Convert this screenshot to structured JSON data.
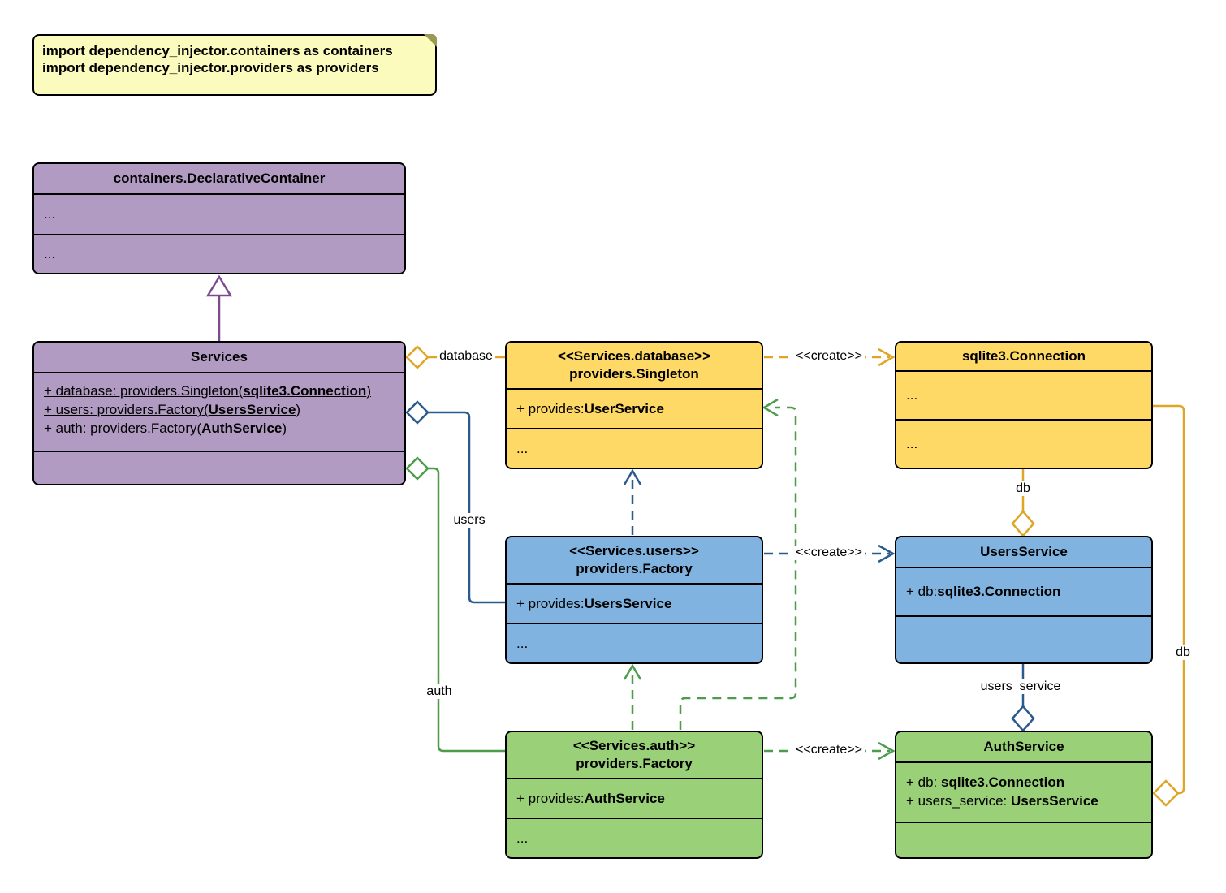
{
  "colors": {
    "purple-fill": "#B29BC2",
    "purple-line": "#7B4A8F",
    "yellow-fill": "#FFD966",
    "yellow-line": "#DFA524",
    "blue-fill": "#80B3DF",
    "blue-line": "#2B5A8C",
    "green-fill": "#9AD077",
    "green-line": "#4C9C4C",
    "note-fill": "#FBFBBE"
  },
  "note": {
    "line1": "import dependency_injector.containers as containers",
    "line2": "import dependency_injector.providers as providers"
  },
  "classes": {
    "declarative": {
      "title": "containers.DeclarativeContainer",
      "sec1": "...",
      "sec2": "..."
    },
    "services": {
      "title": "Services",
      "attrs": [
        {
          "pre": "+ database: providers.Singleton(",
          "bold": "sqlite3.Connection",
          "post": ")"
        },
        {
          "pre": "+ users: providers.Factory(",
          "bold": "UsersService",
          "post": ")"
        },
        {
          "pre": "+ auth: providers.Factory(",
          "bold": "AuthService",
          "post": ")"
        }
      ]
    },
    "singleton": {
      "stereotype": "<<Services.database>>",
      "title": "providers.Singleton",
      "provides_pre": "+ provides: ",
      "provides_bold": "UserService",
      "ellipsis": "..."
    },
    "connection": {
      "title": "sqlite3.Connection",
      "sec1": "...",
      "sec2": "..."
    },
    "factory_users": {
      "stereotype": "<<Services.users>>",
      "title": "providers.Factory",
      "provides_pre": "+ provides: ",
      "provides_bold": "UsersService",
      "ellipsis": "..."
    },
    "users_service": {
      "title": "UsersService",
      "attr_pre": "+ db: ",
      "attr_bold": "sqlite3.Connection"
    },
    "factory_auth": {
      "stereotype": "<<Services.auth>>",
      "title": "providers.Factory",
      "provides_pre": "+ provides: ",
      "provides_bold": "AuthService",
      "ellipsis": "..."
    },
    "auth_service": {
      "title": "AuthService",
      "attrs": [
        {
          "pre": "+ db: ",
          "bold": "sqlite3.Connection"
        },
        {
          "pre": "+ users_service: ",
          "bold": "UsersService"
        }
      ]
    }
  },
  "edges": {
    "database_label": "database",
    "users_label": "users",
    "auth_label": "auth",
    "create_label": "<<create>>",
    "db_label": "db",
    "users_service_label": "users_service",
    "db_right_label": "db"
  }
}
